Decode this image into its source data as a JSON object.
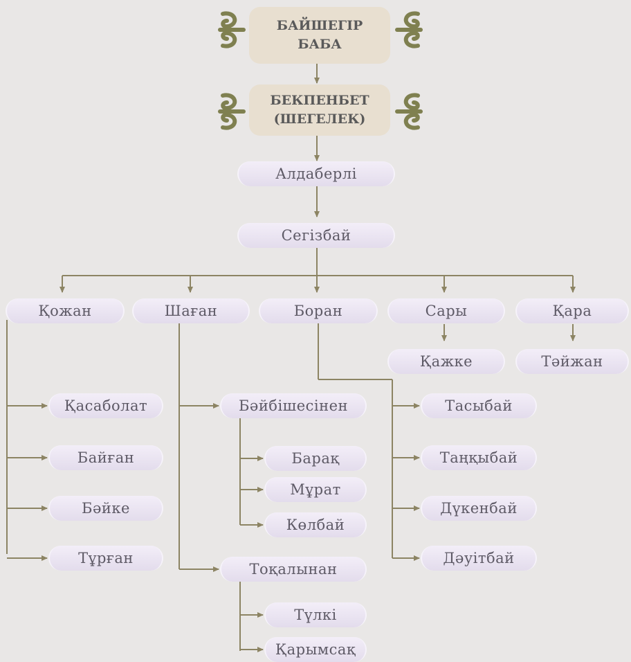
{
  "colors": {
    "connector": "#8c8463",
    "node_fill": "#ebe4f1",
    "header_fill": "#e8dfd0",
    "ornament": "#7f8050",
    "text": "#5e5a66"
  },
  "headers": [
    {
      "id": "baishegir",
      "text": "БАЙШЕГІР\nБАБА"
    },
    {
      "id": "bekpenbet",
      "text": "БЕКПЕНБЕТ\n(ШЕГЕЛЕК)"
    }
  ],
  "nodes": {
    "aldaberli": "Алдаберлі",
    "segizbai": "Сегізбай",
    "kozhan": "Қожан",
    "shagan": "Шаған",
    "boran": "Боран",
    "sary": "Сары",
    "kara": "Қара",
    "kazhke": "Қажке",
    "taizhan": "Тәйжан",
    "kasabolat": "Қасаболат",
    "baigan": "Байған",
    "baike": "Бәйке",
    "turgan": "Тұрған",
    "baibishesinen": "Бәйбішесінен",
    "barak": "Барақ",
    "murat": "Мұрат",
    "kolbai": "Көлбай",
    "tokalynan": "Тоқалынан",
    "tulki": "Түлкі",
    "karymsak": "Қарымсақ",
    "tasybai": "Тасыбай",
    "tankybai": "Таңқыбай",
    "dukenbai": "Дүкенбай",
    "dauitbai": "Дәуітбай"
  }
}
